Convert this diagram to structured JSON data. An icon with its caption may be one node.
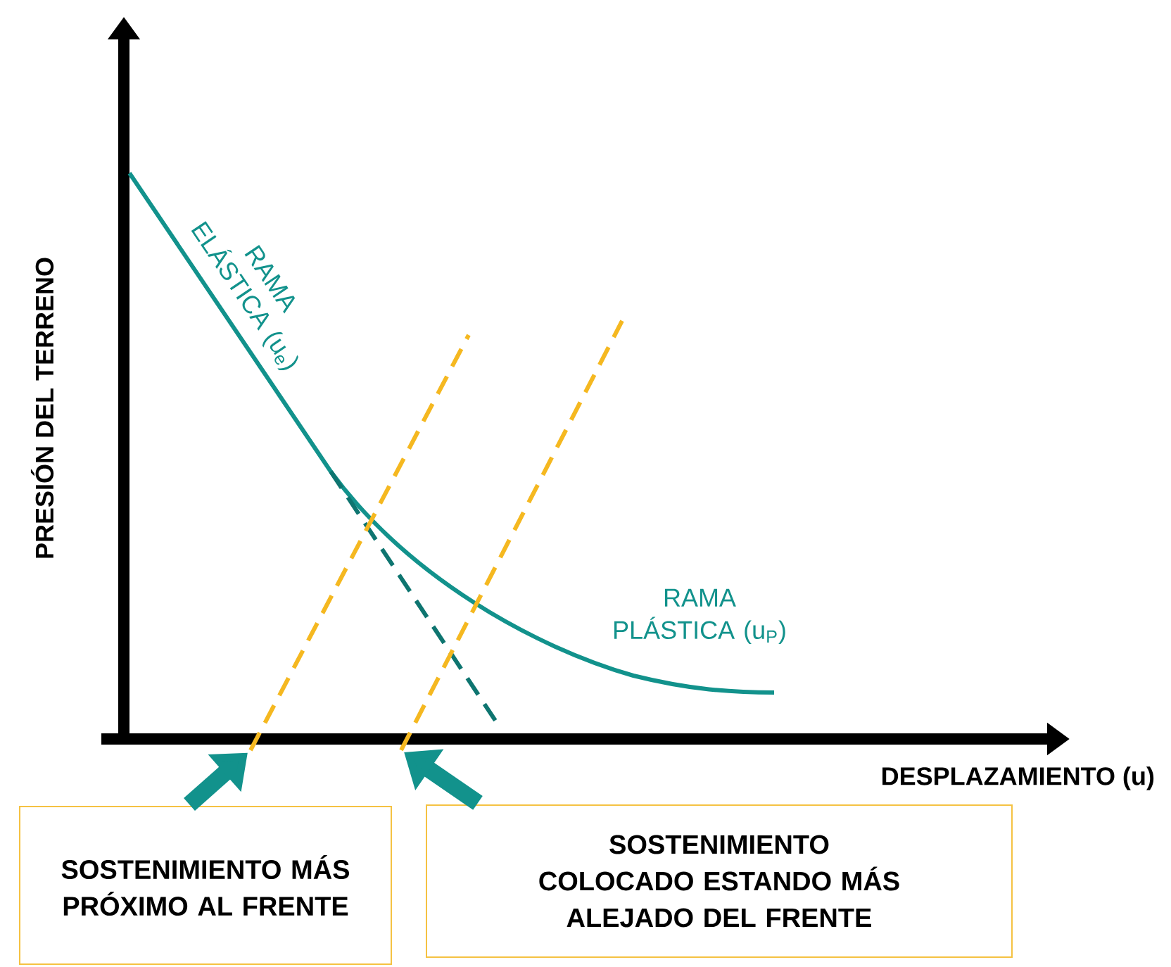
{
  "diagram": {
    "nodes": [
      {
        "text": [
          "SOSTENIMIENTO MÁS PRÓXIMO AL FRENTE"
        ]
      },
      {
        "text": [
          "SOSTENIMIENTO COLOCADO ESTANDO MÁS ALEJADO DEL FRENTE"
        ]
      },
      {
        "text": [],
        "shape": "line"
      },
      {
        "text": [],
        "shape": "line"
      }
    ],
    "edges": [
      {
        "from": 0,
        "to": 2,
        "arrow": "to"
      },
      {
        "from": 1,
        "to": 3,
        "arrow": "to"
      }
    ],
    "labels": [
      "RAMA ELÁSTICA (u$_{e}$)",
      "PRESIÓN DEL TERRENO",
      "RAMA PLÁSTICA (u$_{P}$)",
      "DESPLAZAMIENTO (u)"
    ]
  }
}
